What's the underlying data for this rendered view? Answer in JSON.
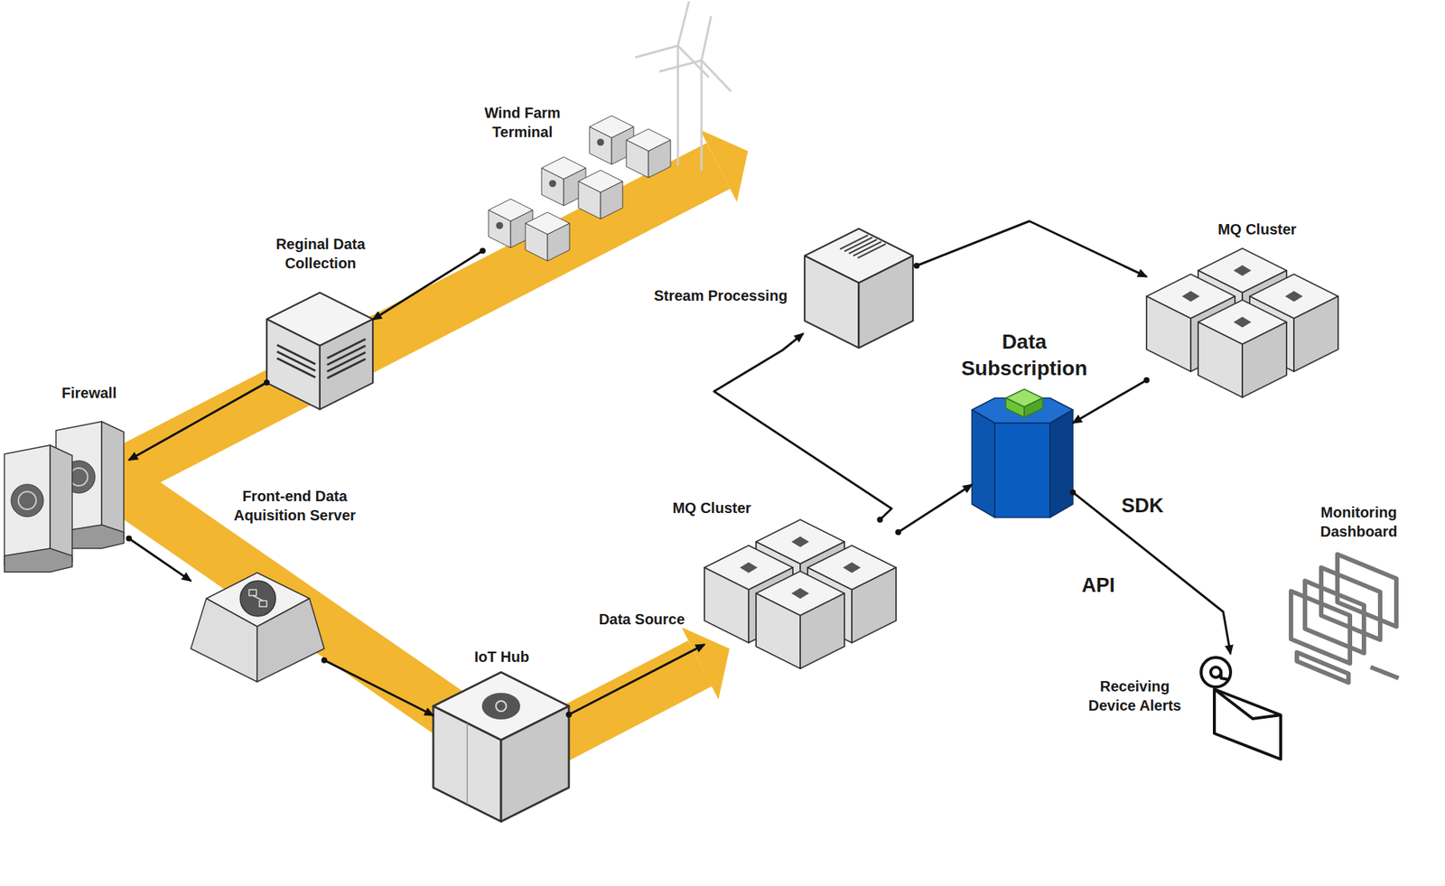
{
  "diagram": {
    "nodes": [
      {
        "text": [
          "Wind Farm Terminal"
        ]
      },
      {
        "text": [
          "Reginal Data Collection"
        ]
      },
      {
        "text": [
          "Firewall"
        ]
      },
      {
        "text": [
          "Front-end Data Aquisition Server"
        ]
      },
      {
        "text": [
          "IoT Hub"
        ]
      },
      {
        "text": [
          "MQ Cluster"
        ]
      },
      {
        "text": [
          "Stream Processing"
        ]
      },
      {
        "text": [
          "MQ Cluster"
        ]
      },
      {
        "text": [
          "Data Subscription"
        ]
      },
      {
        "text": [
          "Monitoring Dashboard"
        ]
      },
      {
        "text": [
          "Receiving Device Alerts"
        ]
      }
    ],
    "edges": [
      {
        "from": 0,
        "to": 1,
        "arrow": "to"
      },
      {
        "from": 1,
        "to": 2,
        "arrow": "to"
      },
      {
        "from": 2,
        "to": 3,
        "arrow": "to"
      },
      {
        "from": 3,
        "to": 4,
        "arrow": "to"
      },
      {
        "from": 4,
        "to": 5,
        "label": "Data Source",
        "arrow": "to"
      },
      {
        "from": 5,
        "to": 6,
        "arrow": "to"
      },
      {
        "from": 6,
        "to": 7,
        "arrow": "to"
      },
      {
        "from": 7,
        "to": 8,
        "arrow": "to"
      },
      {
        "from": 5,
        "to": 8,
        "arrow": "to"
      },
      {
        "from": 8,
        "to": 10,
        "arrow": "to"
      }
    ],
    "labels": [
      "SDK",
      "API"
    ]
  }
}
